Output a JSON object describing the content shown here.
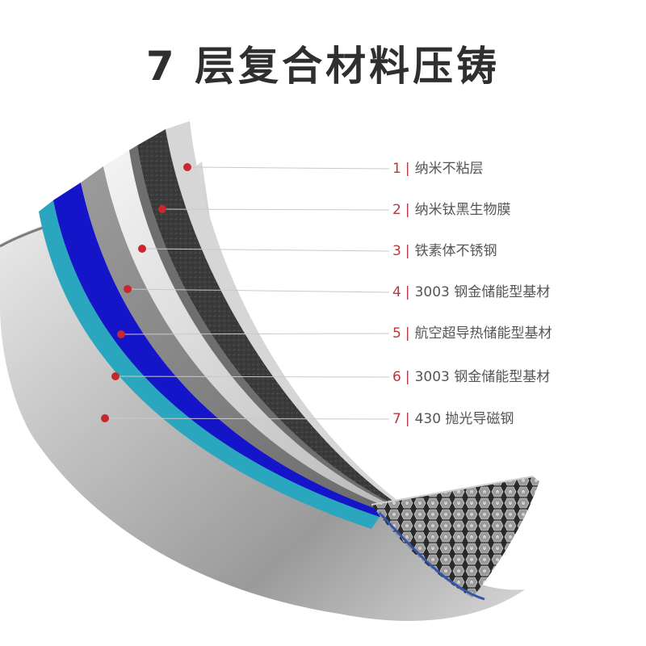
{
  "title": "7 层复合材料压铸",
  "layers": [
    {
      "num": "1",
      "sep": "|",
      "name": "纳米不粘层"
    },
    {
      "num": "2",
      "sep": "|",
      "name": "纳米钛黑生物膜"
    },
    {
      "num": "3",
      "sep": "|",
      "name": "铁素体不锈钢"
    },
    {
      "num": "4",
      "sep": "|",
      "name": "3003 钢金储能型基材"
    },
    {
      "num": "5",
      "sep": "|",
      "name": "航空超导热储能型基材"
    },
    {
      "num": "6",
      "sep": "|",
      "name": "3003 钢金储能型基材"
    },
    {
      "num": "7",
      "sep": "|",
      "name": "430 抛光导磁钢"
    }
  ],
  "colors": {
    "marker": "#c8282d",
    "number": "#b8393d",
    "title": "#2f2f2f",
    "leader_line": "#c9c9c9",
    "nonstick_layer": "#3a3a3a",
    "titanium_film": "#d9d9d9",
    "ferritic_steel": "#8a8a8a",
    "aluminum_core_blue": "#1a1ad0",
    "aluminum_core_teal": "#2aa6be",
    "outer_steel": "#b7b7b7"
  }
}
